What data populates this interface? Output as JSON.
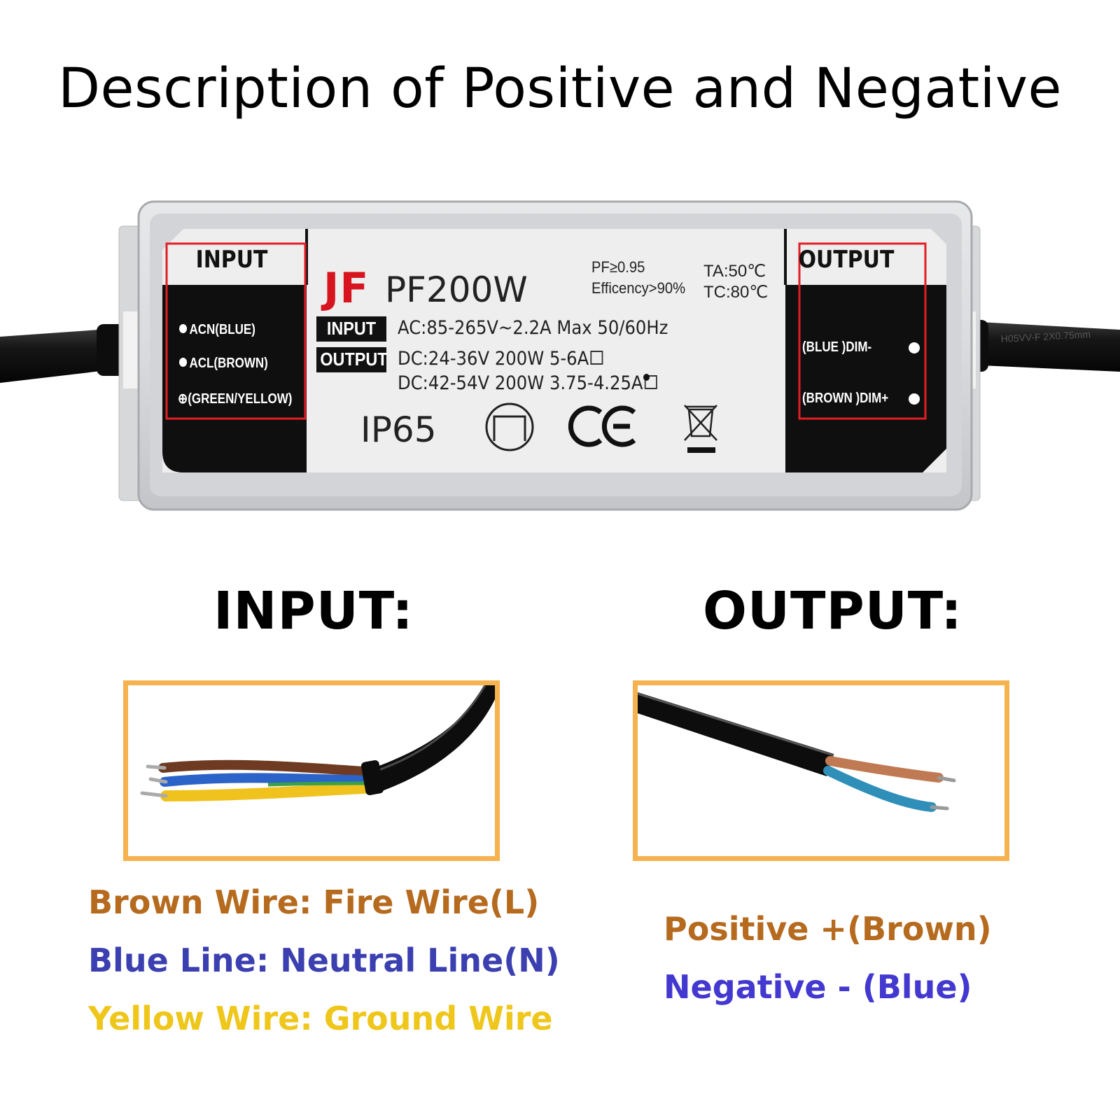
{
  "title": "Description of Positive and Negative",
  "label": {
    "input_header": "INPUT",
    "output_header": "OUTPUT",
    "input_pins": [
      "ACN(BLUE)",
      "ACL(BROWN)",
      "(GREEN/YELLOW)"
    ],
    "output_pins": [
      "(BLUE )DIM-",
      "(BROWN )DIM+"
    ],
    "brand": "JF",
    "model": "PF200W",
    "pf": "PF≥0.95",
    "efficiency": "Efficency>90%",
    "ta": "TA:50℃",
    "tc": "TC:80℃",
    "input_tag": "INPUT",
    "output_tag": "OUTPUT",
    "input_spec": "AC:85-265V~2.2A  Max 50/60Hz",
    "output_spec_1": "DC:24-36V  200W  5-6A",
    "output_spec_2": "DC:42-54V  200W  3.75-4.25A",
    "rating": "IP65",
    "cert": "CE",
    "icons": [
      "earth-ground-icon",
      "class-rating-icon",
      "ce-mark",
      "weee-bin-icon"
    ]
  },
  "sections": {
    "input_title": "INPUT:",
    "output_title": "OUTPUT:"
  },
  "input_legend": [
    {
      "text": "Brown Wire: Fire Wire(L)",
      "color": "#b56a1e"
    },
    {
      "text": "Blue Line: Neutral Line(N)",
      "color": "#3b3fb0"
    },
    {
      "text": "Yellow Wire: Ground Wire",
      "color": "#efc61a"
    }
  ],
  "output_legend": [
    {
      "text": "Positive +(Brown)",
      "color": "#b56a1e"
    },
    {
      "text": "Negative - (Blue)",
      "color": "#4338cf"
    }
  ],
  "colors": {
    "highlight_box": "#e31e24",
    "photo_frame": "#f6b24e",
    "brand_red": "#d8141e"
  }
}
